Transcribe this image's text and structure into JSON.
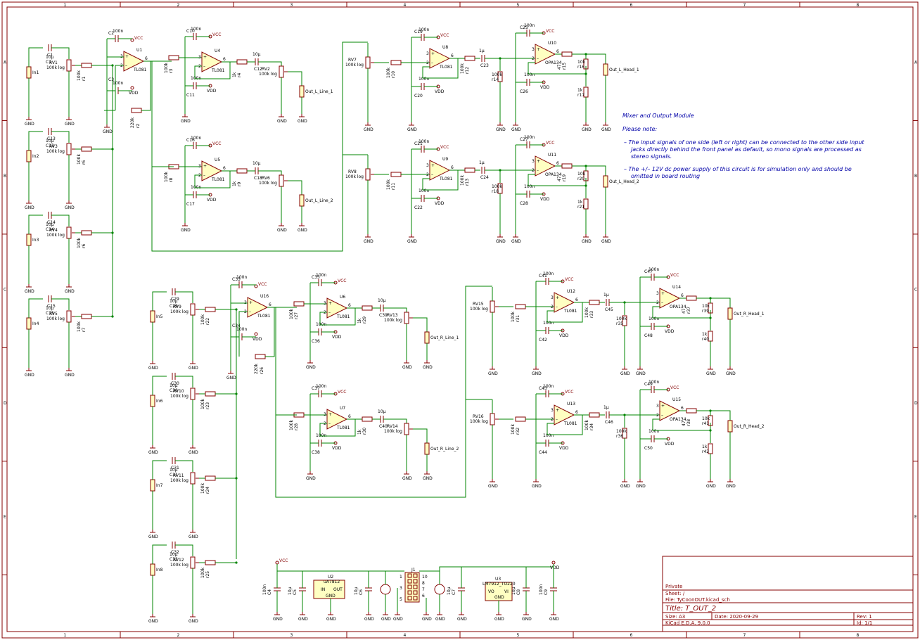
{
  "frame": {
    "columns": [
      "1",
      "2",
      "3",
      "4",
      "5",
      "6",
      "7",
      "8"
    ],
    "rows": [
      "A",
      "B",
      "C",
      "D",
      "E"
    ]
  },
  "title_block": {
    "company": "Private",
    "sheet": "Sheet: /",
    "file": "File: TyCoonOUT.kicad_sch",
    "title": "Title: T_OUT_2",
    "size": "Size: A3",
    "date": "Date: 2020-09-29",
    "rev": "Rev: 1",
    "tool": "KiCad E.D.A. 9.0.0",
    "id": "Id: 1/1"
  },
  "notes": {
    "heading": "Mixer and Output Module",
    "subheading": "Please note:",
    "bullet1_line1": "– The input signals of one side (left or right) can be connected to the other side input",
    "bullet1_line2": "jacks directly behind the front panel as default, so mono signals are processed as",
    "bullet1_line3": "stereo signals.",
    "bullet2_line1": "– The +/– 12V dc power supply of this circuit is for simulation only and should be",
    "bullet2_line2": "omitted in board routing"
  },
  "power": {
    "vcc": "VCC",
    "vdd": "VDD",
    "gnd": "GND"
  },
  "inputs_left": [
    {
      "jack": "In1",
      "cap": "C1",
      "cap_val": "10µ",
      "pot": "RV1",
      "pot_val": "100k log",
      "res": "r1",
      "res_val": "100k"
    },
    {
      "jack": "In2",
      "cap": "C13",
      "cap_val": "10µ",
      "pot": "RV3",
      "pot_val": "100k log",
      "res": "r6",
      "res_val": "100k"
    },
    {
      "jack": "In3",
      "cap": "C14",
      "cap_val": "10µ",
      "pot": "RV4",
      "pot_val": "100k log",
      "res": "r6",
      "res_val": "100k"
    },
    {
      "jack": "In4",
      "cap": "C15",
      "cap_val": "10µ",
      "pot": "RV5",
      "pot_val": "100k log",
      "res": "r7",
      "res_val": "100k"
    }
  ],
  "inputs_right": [
    {
      "jack": "In5",
      "cap": "C29",
      "cap_val": "10µ",
      "pot": "RV9",
      "pot_val": "100k log",
      "res": "r22",
      "res_val": "100k"
    },
    {
      "jack": "In6",
      "cap": "C30",
      "cap_val": "10µ",
      "pot": "RV10",
      "pot_val": "100k log",
      "res": "r23",
      "res_val": "100k"
    },
    {
      "jack": "In7",
      "cap": "C31",
      "cap_val": "10µ",
      "pot": "RV11",
      "pot_val": "100k log",
      "res": "r24",
      "res_val": "100k"
    },
    {
      "jack": "In8",
      "cap": "C32",
      "cap_val": "10µ",
      "pot": "RV12",
      "pot_val": "100k log",
      "res": "r25",
      "res_val": "100k"
    }
  ],
  "mixers": [
    {
      "u": "U1",
      "part": "TL081",
      "cap_top": "C2",
      "cap_top_val": "100n",
      "cap_bot": "C3",
      "cap_bot_val": "100n",
      "fb": "r2",
      "fb_val": "220k"
    },
    {
      "u": "U16",
      "part": "TL081",
      "cap_top": "C33",
      "cap_top_val": "100n",
      "cap_bot": "C34",
      "cap_bot_val": "100n",
      "fb": "r26",
      "fb_val": "220k"
    }
  ],
  "line_stages": [
    {
      "u": "U4",
      "part": "TL081",
      "rin": "r3",
      "rin_val": "100k",
      "ct": "C10",
      "ctv": "100n",
      "cb": "C11",
      "cbv": "100n",
      "rout": "r4",
      "rout_val": "1k",
      "cout": "C12",
      "cout_val": "10µ",
      "pot": "RV2",
      "pot_val": "100k log",
      "out": "Out_L_Line_1"
    },
    {
      "u": "U5",
      "part": "TL081",
      "rin": "r8",
      "rin_val": "100k",
      "ct": "C16",
      "ctv": "100n",
      "cb": "C17",
      "cbv": "100n",
      "rout": "r9",
      "rout_val": "1k",
      "cout": "C18",
      "cout_val": "10µ",
      "pot": "RV6",
      "pot_val": "100k log",
      "out": "Out_L_Line_2"
    },
    {
      "u": "U6",
      "part": "TL081",
      "rin": "r27",
      "rin_val": "100k",
      "ct": "C35",
      "ctv": "100n",
      "cb": "C36",
      "cbv": "100n",
      "rout": "r29",
      "rout_val": "1k",
      "cout": "C39",
      "cout_val": "10µ",
      "pot": "RV13",
      "pot_val": "100k log",
      "out": "Out_R_Line_1"
    },
    {
      "u": "U7",
      "part": "TL081",
      "rin": "r28",
      "rin_val": "100k",
      "ct": "C37",
      "ctv": "100n",
      "cb": "C38",
      "cbv": "100n",
      "rout": "r30",
      "rout_val": "1k",
      "cout": "C40",
      "cout_val": "10µ",
      "pot": "RV14",
      "pot_val": "100k log",
      "out": "Out_R_Line_2"
    }
  ],
  "head_stages": [
    {
      "pot": "RV7",
      "pot_val": "100k log",
      "rin": "r10",
      "rin_val": "100k",
      "u": "U8",
      "ct": "C19",
      "ctv": "100n",
      "cb": "C20",
      "cbv": "100n",
      "r2": "r12",
      "r2_val": "100k",
      "cc": "C23",
      "ccv": "1µ",
      "rb": "r14",
      "rb_val": "100k",
      "ua": "U10",
      "ua_part": "OPA134",
      "ct2": "C25",
      "ct2v": "100n",
      "cb2": "C26",
      "cb2v": "100n",
      "ro": "r15",
      "ro_val": "47",
      "rfb": "r16",
      "rfb_val": "10k",
      "rg": "r17",
      "rg_val": "1k",
      "out": "Out_L_Head_1"
    },
    {
      "pot": "RV8",
      "pot_val": "100k log",
      "rin": "r11",
      "rin_val": "100k",
      "u": "U9",
      "ct": "C21",
      "ctv": "100n",
      "cb": "C22",
      "cbv": "100n",
      "r2": "r13",
      "r2_val": "100k",
      "cc": "C24",
      "ccv": "1µ",
      "rb": "r18",
      "rb_val": "100k",
      "ua": "U11",
      "ua_part": "OPA134",
      "ct2": "C27",
      "ct2v": "100n",
      "cb2": "C28",
      "cb2v": "100n",
      "ro": "r19",
      "ro_val": "47",
      "rfb": "r20",
      "rfb_val": "10k",
      "rg": "r21",
      "rg_val": "1k",
      "out": "Out_L_Head_2"
    },
    {
      "pot": "RV15",
      "pot_val": "100k log",
      "rin": "r31",
      "rin_val": "100k",
      "u": "U12",
      "ct": "C41",
      "ctv": "100n",
      "cb": "C42",
      "cbv": "100n",
      "r2": "r33",
      "r2_val": "100k",
      "cc": "C45",
      "ccv": "1µ",
      "rb": "r35",
      "rb_val": "100k",
      "ua": "U14",
      "ua_part": "OPA134",
      "ct2": "C47",
      "ct2v": "100n",
      "cb2": "C48",
      "cb2v": "100n",
      "ro": "r37",
      "ro_val": "47",
      "rfb": "r39",
      "rfb_val": "10k",
      "rg": "r40",
      "rg_val": "1k",
      "out": "Out_R_Head_1"
    },
    {
      "pot": "RV16",
      "pot_val": "100k log",
      "rin": "r32",
      "rin_val": "100k",
      "u": "U13",
      "ct": "C43",
      "ctv": "100n",
      "cb": "C44",
      "cbv": "100n",
      "r2": "r34",
      "r2_val": "100k",
      "cc": "C46",
      "ccv": "1µ",
      "rb": "r36",
      "rb_val": "100k",
      "ua": "U15",
      "ua_part": "OPA134",
      "ct2": "C49",
      "ct2v": "100n",
      "cb2": "C50",
      "cb2v": "100n",
      "ro": "r38",
      "ro_val": "47",
      "rfb": "r41",
      "rfb_val": "10k",
      "rg": "r42",
      "rg_val": "1k",
      "out": "Out_R_Head_2"
    }
  ],
  "psu": {
    "c4": "C4",
    "c4v": "100n",
    "c5": "C5",
    "c5v": "10µ",
    "u2": "U2",
    "u2p": "uA7812",
    "in": "IN",
    "out": "OUT",
    "gnd": "GND",
    "c6": "C6",
    "c6v": "10µ",
    "j1": "J1",
    "u3": "U3",
    "u3p": "LM7912_TO220",
    "vo": "VO",
    "vi": "VI",
    "c7": "C7",
    "c7v": "10µ",
    "c8": "C8",
    "c8v": "10µ",
    "c9": "C9",
    "c9v": "100n",
    "pins_l": [
      "1",
      "3",
      "5"
    ],
    "pins_r": [
      "10",
      "8",
      "7",
      "6"
    ]
  }
}
